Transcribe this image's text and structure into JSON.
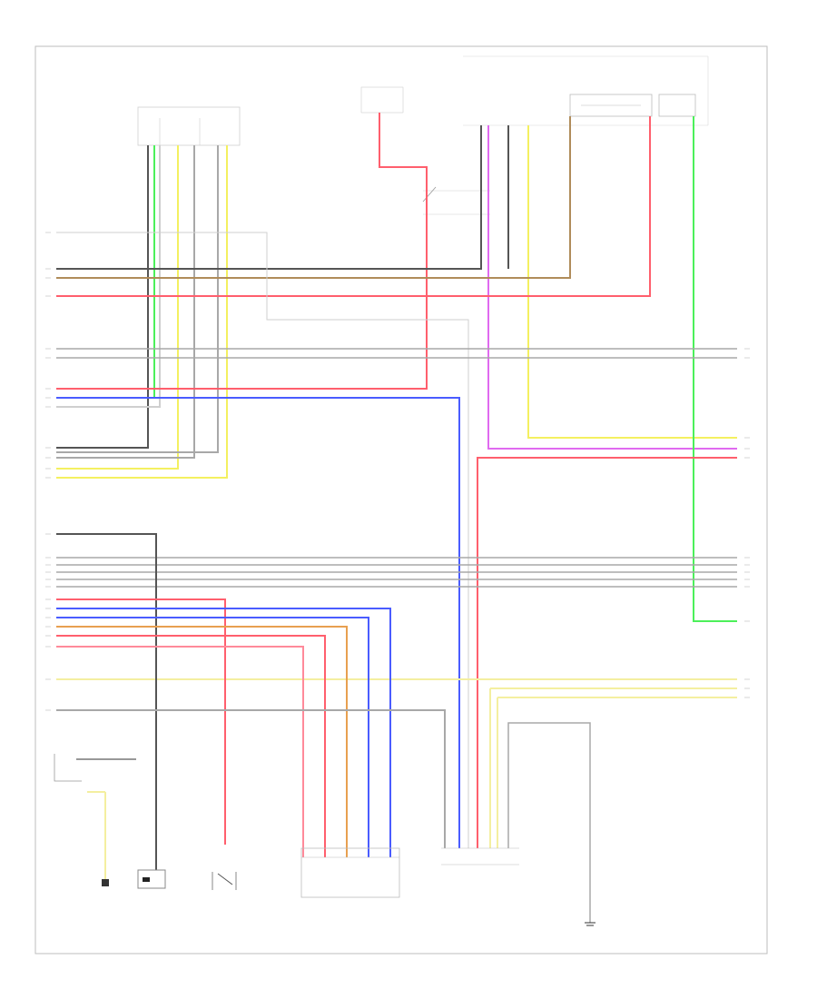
{
  "diagram": {
    "title": "",
    "footer_tag": "",
    "colors": {
      "black": "#555555",
      "gray": "#a8a8a8",
      "lightgray": "#cfcfcf",
      "red": "#ff5f6d",
      "pink": "#ff8a9a",
      "blue": "#4a5cff",
      "green": "#4cf05a",
      "yellow": "#f4f060",
      "lightyellow": "#f4efa0",
      "violet": "#e06af0",
      "orange": "#e8a050",
      "brown": "#b08c5a"
    },
    "components": [
      {
        "id": "sensor-top-left",
        "label": ""
      },
      {
        "id": "sensor-top-center",
        "label": ""
      },
      {
        "id": "connector-top-right",
        "label": ""
      },
      {
        "id": "relay-top-right",
        "label": ""
      },
      {
        "id": "switch-center",
        "label": ""
      },
      {
        "id": "ground-bottom-left",
        "label": ""
      },
      {
        "id": "module-bottom-1",
        "label": ""
      },
      {
        "id": "switch-bottom-2",
        "label": ""
      },
      {
        "id": "connector-bottom-3",
        "label": ""
      },
      {
        "id": "connector-bottom-4",
        "label": ""
      },
      {
        "id": "ground-bottom-5",
        "label": ""
      }
    ]
  }
}
